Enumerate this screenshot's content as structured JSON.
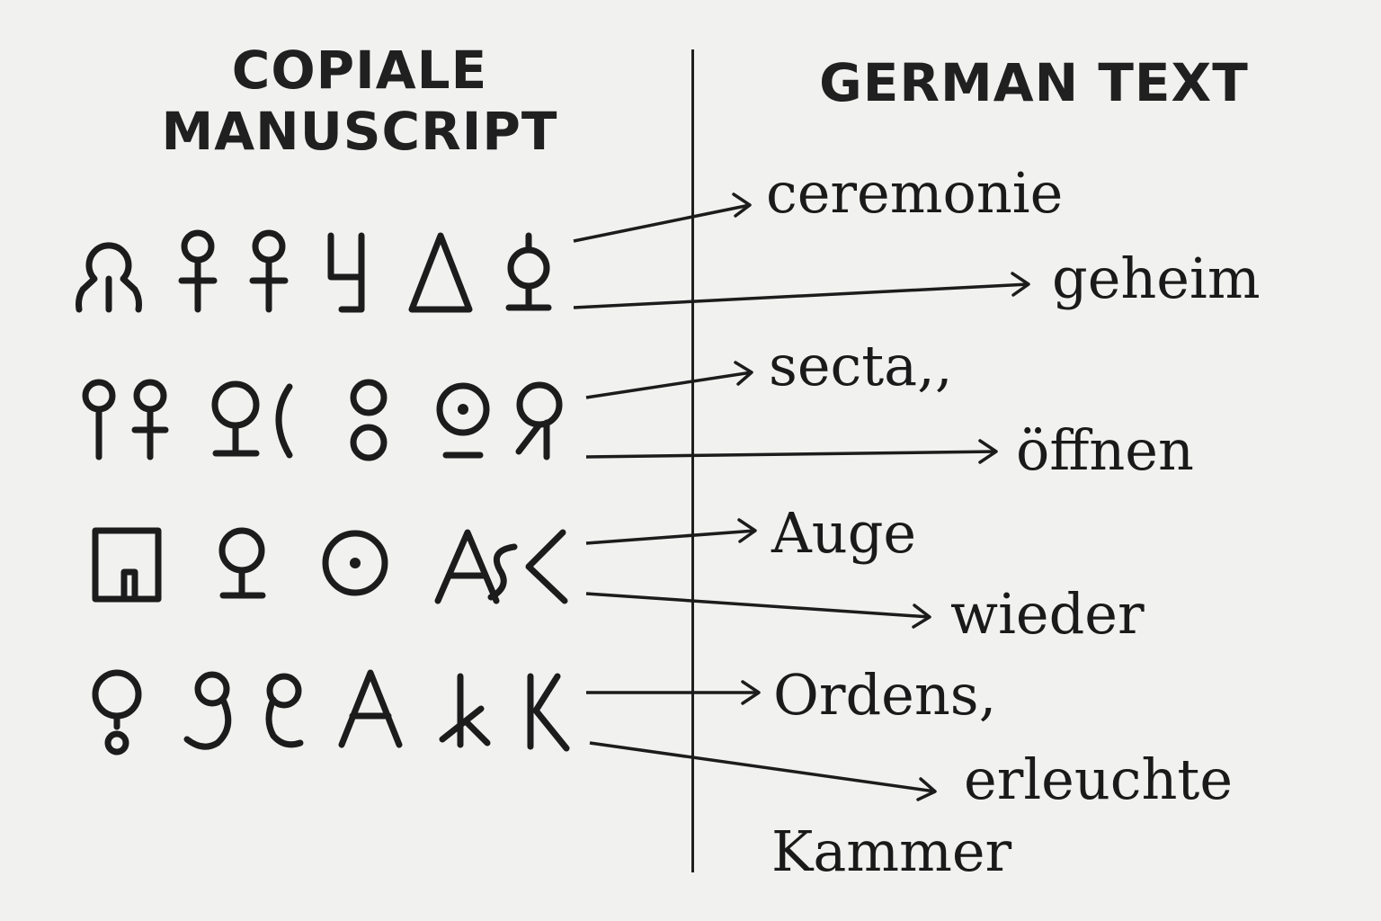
{
  "headings": {
    "left": "COPIALE\nMANUSCRIPT",
    "right": "GERMAN TEXT"
  },
  "cipher_rows": [
    {
      "glyphs": [
        "omega-glyph",
        "female-cross-glyph",
        "female-cross-glyph",
        "hooked-h-glyph",
        "triangle-glyph",
        "circle-stem-glyph"
      ]
    },
    {
      "glyphs": [
        "pin-glyph",
        "pin-cross-glyph",
        "circle-base-glyph",
        "crescent-glyph",
        "figure-eight-glyph",
        "dotted-circle-bar-glyph",
        "r-glyph"
      ]
    },
    {
      "glyphs": [
        "square-notch-glyph",
        "circle-base-glyph",
        "dotted-circle-glyph",
        "a-sk-glyph"
      ]
    },
    {
      "glyphs": [
        "circle-ring-glyph",
        "hook-3-glyph",
        "hook-e-glyph",
        "a-glyph",
        "crossed-k-glyph",
        "k-glyph"
      ]
    }
  ],
  "german_words": [
    "ceremonie",
    "geheim",
    "secta,,",
    "öffnen",
    "Auge",
    "wieder",
    "Ordens,",
    "erleuchte",
    "Kammer"
  ]
}
